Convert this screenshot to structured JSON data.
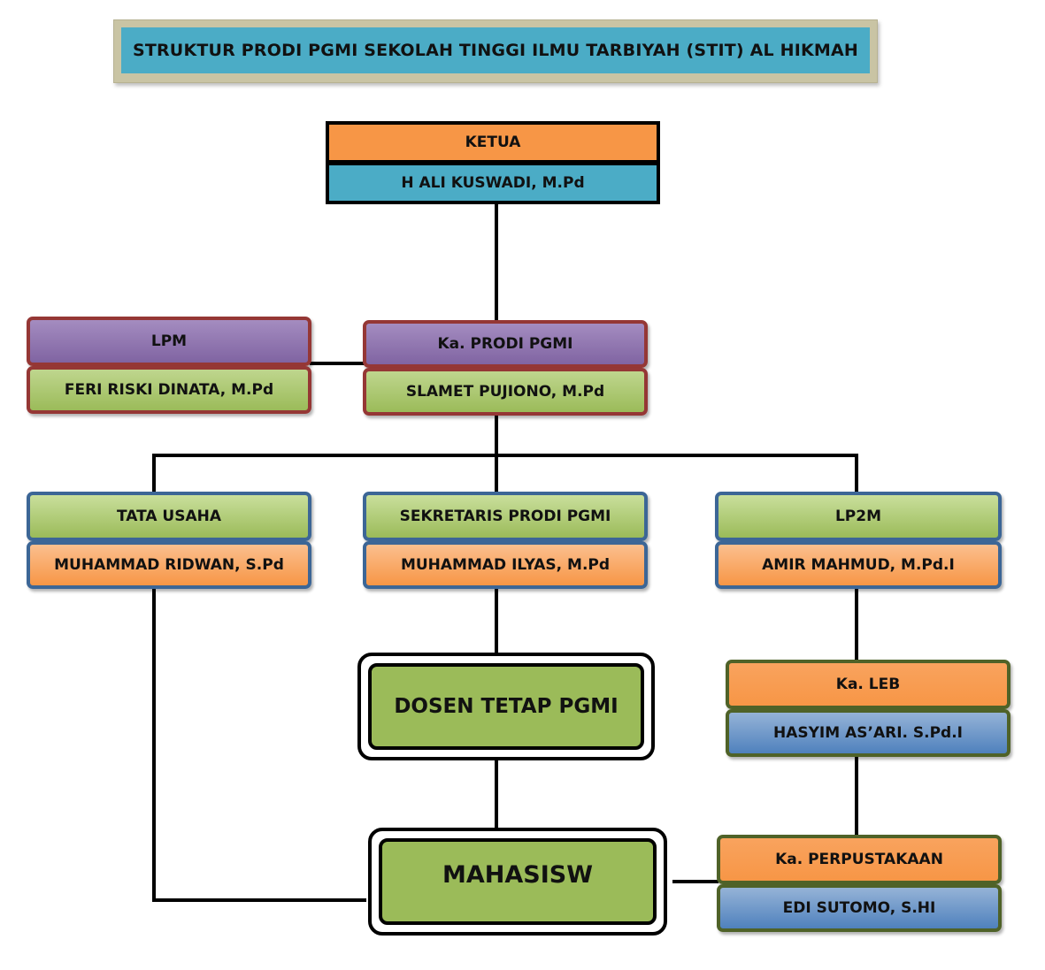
{
  "title": "STRUKTUR PRODI PGMI SEKOLAH TINGGI ILMU TARBIYAH (STIT) AL HIKMAH",
  "ketua": {
    "role": "KETUA",
    "name": "H ALI KUSWADI, M.Pd"
  },
  "lpm": {
    "role": "LPM",
    "name": "FERI RISKI DINATA, M.Pd"
  },
  "kaprodi": {
    "role": "Ka. PRODI PGMI",
    "name": "SLAMET PUJIONO, M.Pd"
  },
  "tata_usaha": {
    "role": "TATA USAHA",
    "name": "MUHAMMAD RIDWAN, S.Pd"
  },
  "sekretaris": {
    "role": "SEKRETARIS PRODI PGMI",
    "name": "MUHAMMAD ILYAS, M.Pd"
  },
  "lp2m": {
    "role": "LP2M",
    "name": "AMIR MAHMUD, M.Pd.I"
  },
  "dosen": {
    "label": "DOSEN TETAP PGMI"
  },
  "leb": {
    "role": "Ka. LEB",
    "name": "HASYIM AS’ARI. S.Pd.I"
  },
  "mahasiswa": {
    "label": "MAHASISW"
  },
  "perpustakaan": {
    "role": "Ka. PERPUSTAKAAN",
    "name": "EDI SUTOMO, S.HI"
  }
}
